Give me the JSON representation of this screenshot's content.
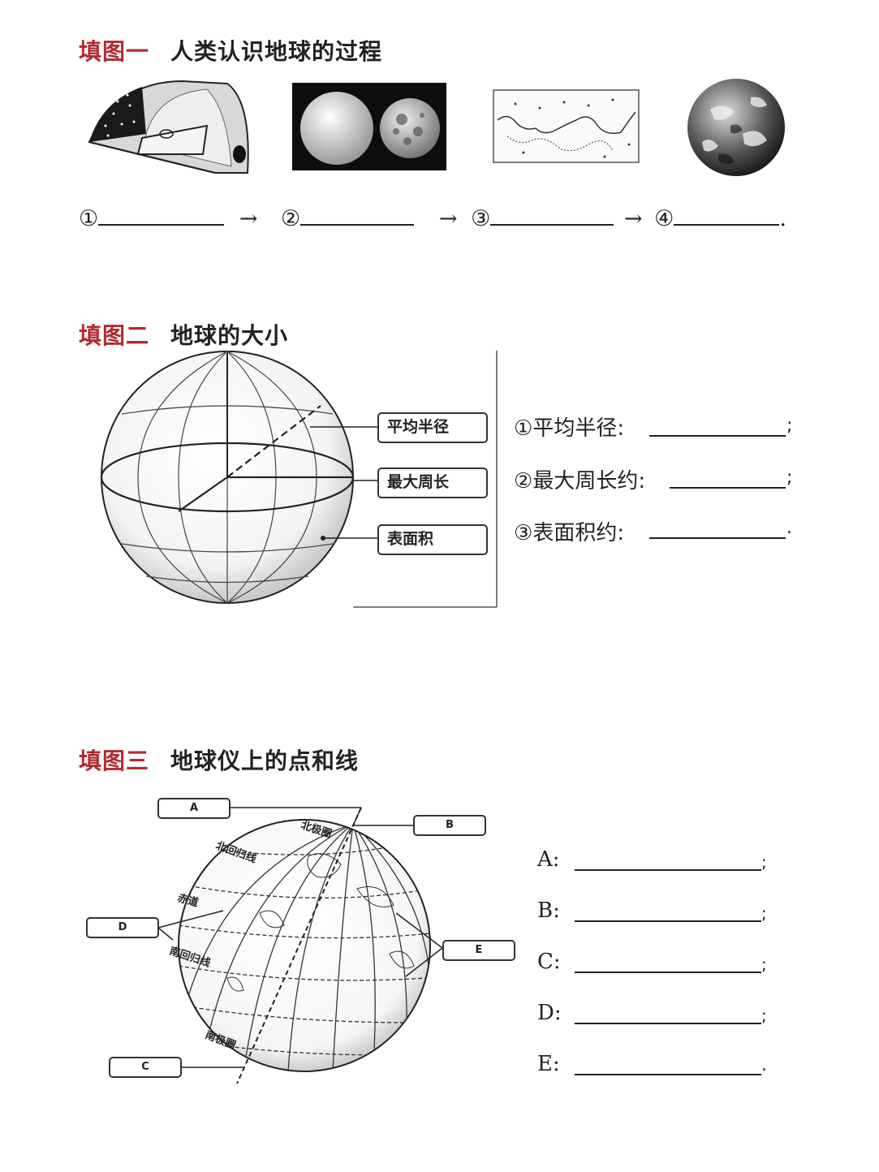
{
  "section1": {
    "title_prefix": "填图一",
    "title_text": "人类认识地球的过程",
    "blanks": [
      "①",
      "②",
      "③",
      "④"
    ],
    "arrow": "→",
    "end_mark": "."
  },
  "section2": {
    "title_prefix": "填图二",
    "title_text": "地球的大小",
    "labels": [
      "平均半径",
      "最大周长",
      "表面积"
    ],
    "items": [
      {
        "num": "①",
        "text": "平均半径:",
        "end": ";"
      },
      {
        "num": "②",
        "text": "最大周长约:",
        "end": ";"
      },
      {
        "num": "③",
        "text": "表面积约:",
        "end": "."
      }
    ]
  },
  "section3": {
    "title_prefix": "填图三",
    "title_text": "地球仪上的点和线",
    "boxes": [
      "A",
      "B",
      "C",
      "D",
      "E"
    ],
    "globe_labels": [
      "北极圈",
      "北回归线",
      "赤道",
      "南回归线",
      "南极圈"
    ],
    "items": [
      {
        "key": "A:",
        "end": ";"
      },
      {
        "key": "B:",
        "end": ";"
      },
      {
        "key": "C:",
        "end": ";"
      },
      {
        "key": "D:",
        "end": ";"
      },
      {
        "key": "E:",
        "end": "."
      }
    ]
  }
}
